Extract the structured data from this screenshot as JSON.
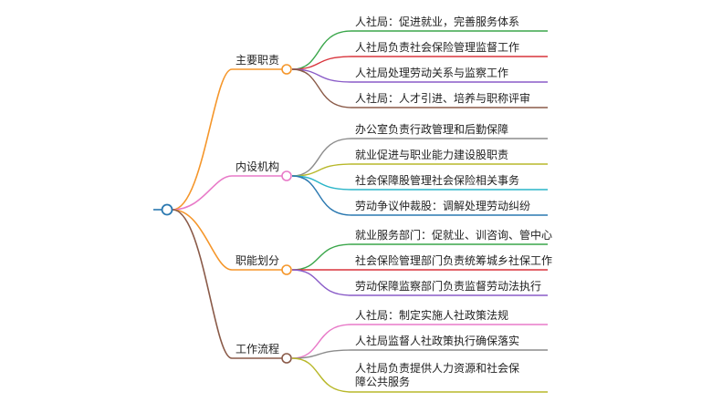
{
  "mindmap": {
    "branches": [
      {
        "label": "主要职责",
        "color": "#f5962a",
        "children": [
          {
            "label": "人社局：促进就业，完善服务体系",
            "color": "#3aa64a"
          },
          {
            "label": "人社局负责社会保险管理监督工作",
            "color": "#d9343c"
          },
          {
            "label": "人社局处理劳动关系与监察工作",
            "color": "#8a5cc8"
          },
          {
            "label": "人社局：人才引进、培养与职称评审",
            "color": "#8a5a48"
          }
        ]
      },
      {
        "label": "内设机构",
        "color": "#e87ac8",
        "children": [
          {
            "label": "办公室负责行政管理和后勤保障",
            "color": "#8c8c8c"
          },
          {
            "label": "就业促进与职业能力建设股职责",
            "color": "#b8b82a"
          },
          {
            "label": "社会保障股管理社会保险相关事务",
            "color": "#2ab5c8"
          },
          {
            "label": "劳动争议仲裁股：调解处理劳动纠纷",
            "color": "#2a78b0"
          }
        ]
      },
      {
        "label": "职能划分",
        "color": "#f5962a",
        "children": [
          {
            "label": "就业服务部门：促就业、训咨询、管中心",
            "color": "#3aa64a"
          },
          {
            "label": "社会保险管理部门负责统筹城乡社保工作",
            "color": "#d9343c"
          },
          {
            "label": "劳动保障监察部门负责监督劳动法执行",
            "color": "#8a5cc8"
          }
        ]
      },
      {
        "label": "工作流程",
        "color": "#8a5a48",
        "children": [
          {
            "label": "人社局：制定实施人社政策法规",
            "color": "#e87ac8"
          },
          {
            "label": "人社局监督人社政策执行确保落实",
            "color": "#8c8c8c"
          },
          {
            "label": "人社局负责提供人力资源和社会保障公共服务",
            "color": "#b8b82a"
          }
        ]
      }
    ]
  }
}
